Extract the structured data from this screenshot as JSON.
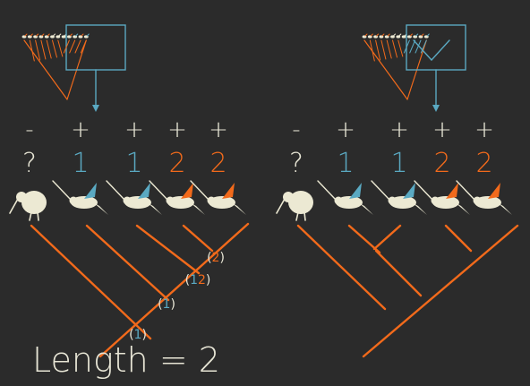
{
  "colors": {
    "background": "#2b2b2b",
    "text": "#e8e6d6",
    "orange": "#f26a1b",
    "blue": "#5aa9c2",
    "bird": "#ece9d3"
  },
  "left_panel": {
    "signs": [
      "-",
      "+",
      "+",
      "+",
      "+"
    ],
    "states": [
      "?",
      "1",
      "1",
      "2",
      "2"
    ],
    "state_colors": [
      "text",
      "blue",
      "blue",
      "orange",
      "orange"
    ],
    "ancestral_labels": [
      {
        "open": "(",
        "a": "2",
        "a_color": "orange",
        "b": "",
        "b_color": "orange",
        "close": ")"
      },
      {
        "open": "(",
        "a": "1",
        "a_color": "blue",
        "b": "2",
        "b_color": "orange",
        "close": ")"
      },
      {
        "open": "(",
        "a": "1",
        "a_color": "blue",
        "b": "",
        "b_color": "blue",
        "close": ")"
      },
      {
        "open": "(",
        "a": "1",
        "a_color": "blue",
        "b": "",
        "b_color": "blue",
        "close": ")"
      }
    ],
    "length_text": "Length = 2"
  },
  "right_panel": {
    "signs": [
      "-",
      "+",
      "+",
      "+",
      "+"
    ],
    "states": [
      "?",
      "1",
      "1",
      "2",
      "2"
    ],
    "state_colors": [
      "text",
      "blue",
      "blue",
      "orange",
      "orange"
    ]
  },
  "icons": [
    "kiwi-icon",
    "hummingbird-icon"
  ]
}
